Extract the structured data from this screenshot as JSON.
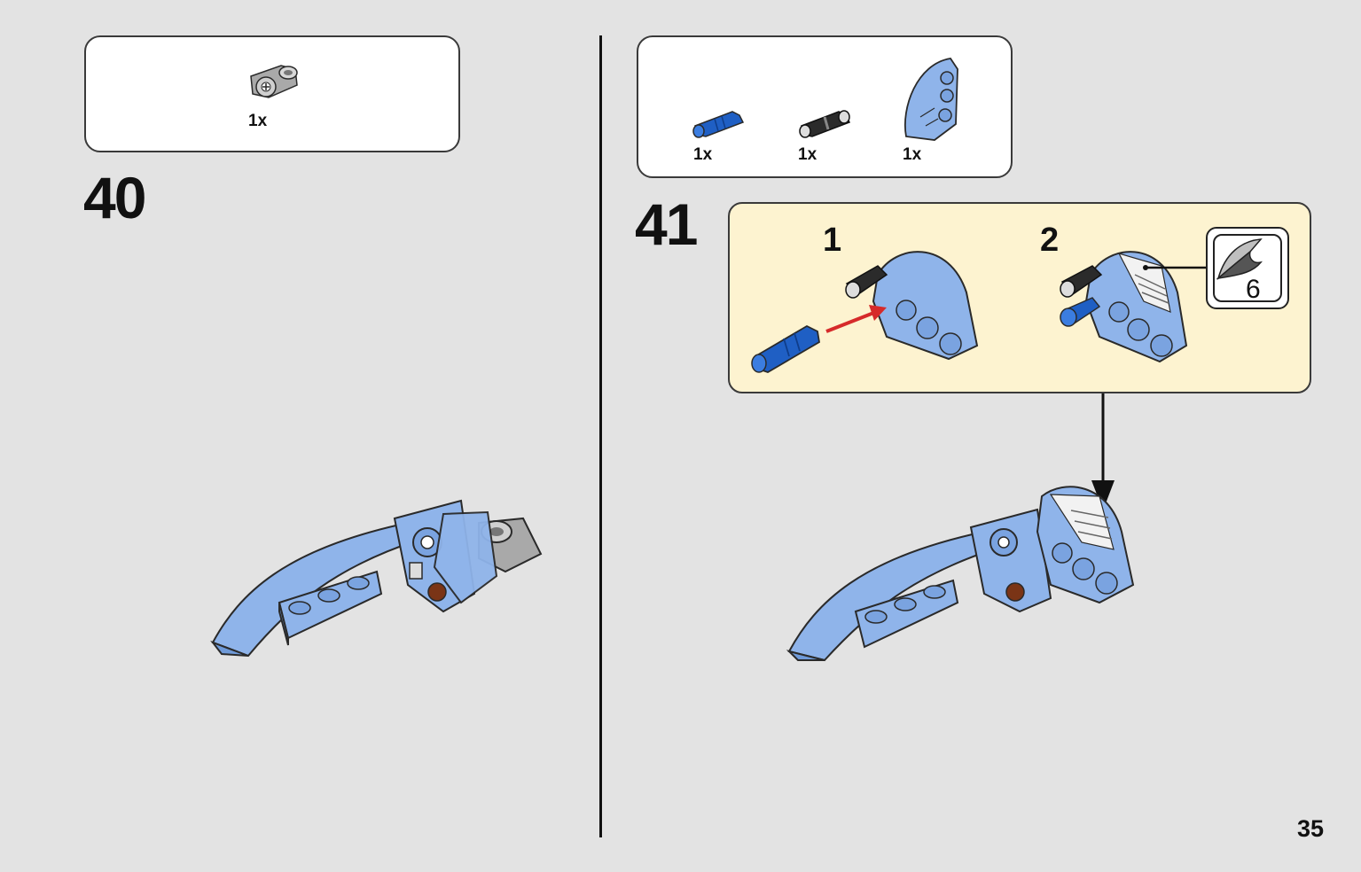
{
  "page": {
    "number": "35",
    "background": "#e3e3e3"
  },
  "step_40": {
    "number": "40",
    "parts": [
      {
        "name": "gray-connector-icon",
        "qty": "1x"
      }
    ]
  },
  "step_41": {
    "number": "41",
    "parts": [
      {
        "name": "blue-pin-icon",
        "qty": "1x"
      },
      {
        "name": "black-pin-icon",
        "qty": "1x"
      },
      {
        "name": "blue-panel-icon",
        "qty": "1x"
      }
    ],
    "substeps": [
      {
        "number": "1"
      },
      {
        "number": "2"
      }
    ],
    "sticker": {
      "number": "6"
    }
  },
  "colors": {
    "medium_blue": "#8fb4ea",
    "dark_blue": "#1f5fc4",
    "panel_yellow": "#fdf3d0",
    "arrow_red": "#d62a2a",
    "outline": "#2a2a2a"
  }
}
